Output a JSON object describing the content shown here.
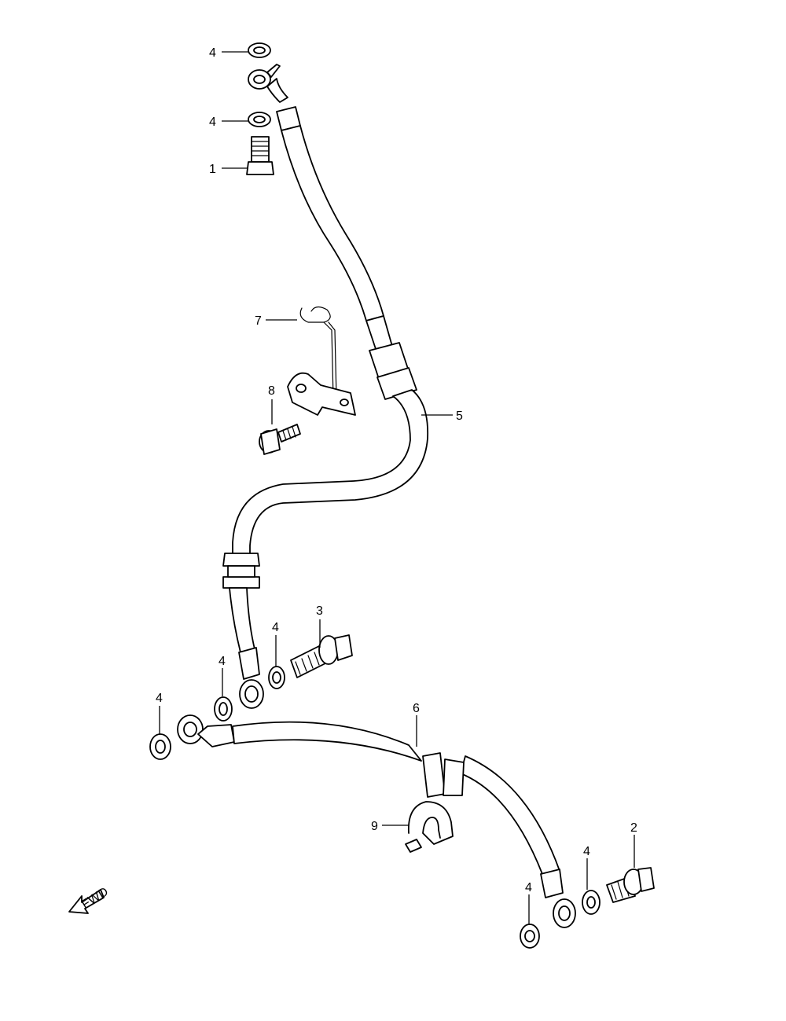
{
  "callouts": [
    {
      "id": "c-4a",
      "text": "4"
    },
    {
      "id": "c-4b",
      "text": "4"
    },
    {
      "id": "c-1",
      "text": "1"
    },
    {
      "id": "c-7",
      "text": "7"
    },
    {
      "id": "c-8",
      "text": "8"
    },
    {
      "id": "c-5",
      "text": "5"
    },
    {
      "id": "c-3",
      "text": "3"
    },
    {
      "id": "c-4c",
      "text": "4"
    },
    {
      "id": "c-4d",
      "text": "4"
    },
    {
      "id": "c-4e",
      "text": "4"
    },
    {
      "id": "c-6",
      "text": "6"
    },
    {
      "id": "c-9",
      "text": "9"
    },
    {
      "id": "c-2",
      "text": "2"
    },
    {
      "id": "c-4f",
      "text": "4"
    },
    {
      "id": "c-4g",
      "text": "4"
    }
  ],
  "fwd_arrow": {
    "text": "FWD"
  }
}
